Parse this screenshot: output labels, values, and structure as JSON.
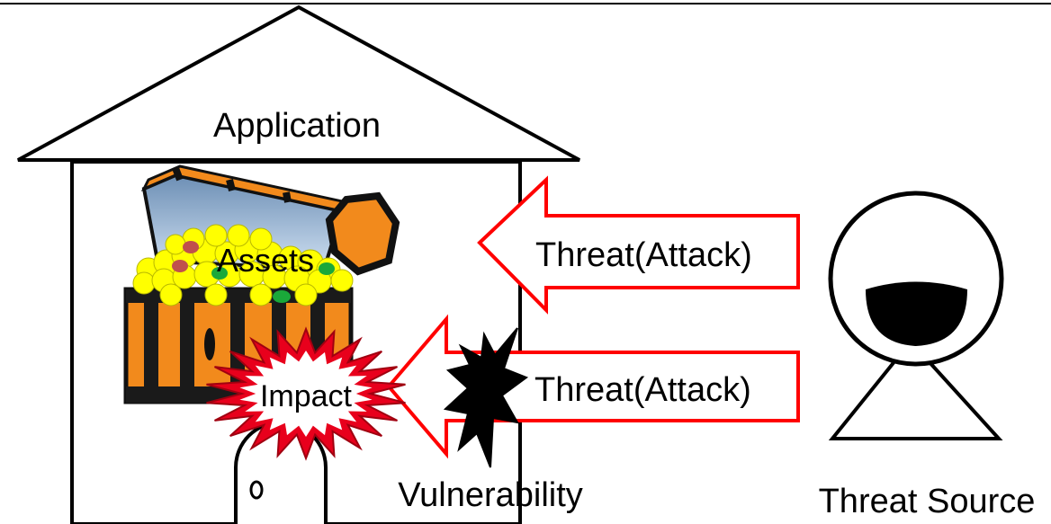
{
  "labels": {
    "application": "Application",
    "assets": "Assets",
    "threat_attack_top": "Threat(Attack)",
    "threat_attack_bottom": "Threat(Attack)",
    "impact": "Impact",
    "vulnerability": "Vulnerability",
    "threat_source": "Threat Source"
  },
  "colors": {
    "outline": "#000000",
    "arrow_stroke": "#ff0000",
    "impact_burst": "#e8001c",
    "chest_orange": "#f28a1c",
    "chest_dark": "#1a1a1a",
    "coins_yellow": "#ffff00",
    "gem_green": "#1aa83a",
    "gem_red": "#c0504d"
  },
  "icons": [
    "house-icon",
    "treasure-chest-icon",
    "impact-burst-icon",
    "vulnerability-hole-icon",
    "threat-arrow-icon",
    "threat-source-person-icon"
  ]
}
